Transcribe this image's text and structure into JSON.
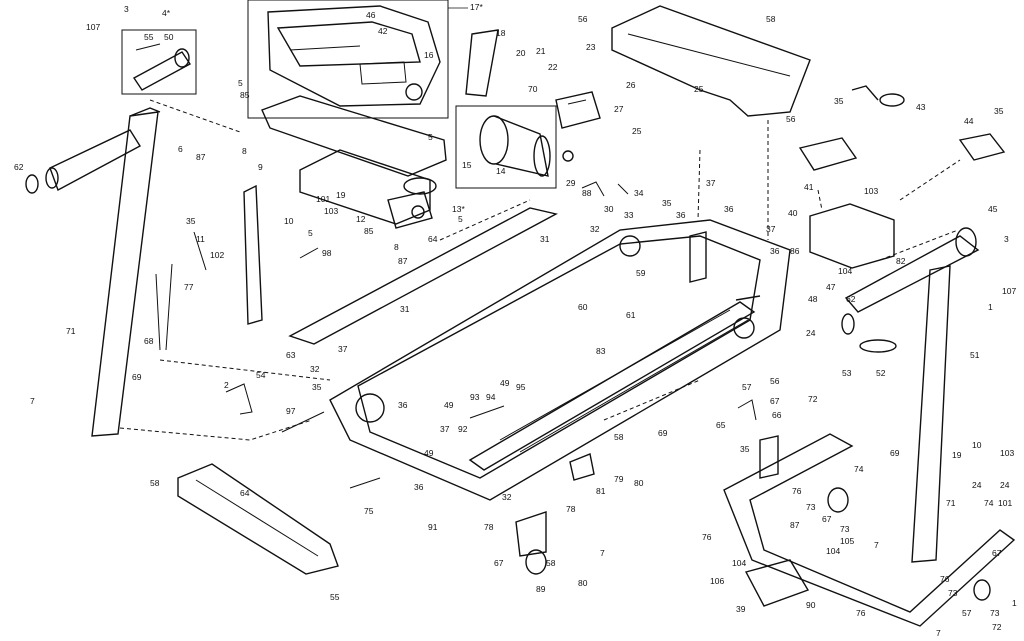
{
  "diagram": {
    "background_color": "#ffffff",
    "line_color": "#111111",
    "callouts": [
      {
        "id": "c3a",
        "text": "3"
      },
      {
        "id": "c107a",
        "text": "107"
      },
      {
        "id": "c4",
        "text": "4*"
      },
      {
        "id": "c55",
        "text": "55"
      },
      {
        "id": "c50",
        "text": "50"
      },
      {
        "id": "c46",
        "text": "46"
      },
      {
        "id": "c42",
        "text": "42"
      },
      {
        "id": "c17",
        "text": "17*"
      },
      {
        "id": "c16",
        "text": "16"
      },
      {
        "id": "c18",
        "text": "18"
      },
      {
        "id": "c20",
        "text": "20"
      },
      {
        "id": "c21",
        "text": "21"
      },
      {
        "id": "c22a",
        "text": "22"
      },
      {
        "id": "c23",
        "text": "23"
      },
      {
        "id": "c70",
        "text": "70"
      },
      {
        "id": "c26a",
        "text": "26"
      },
      {
        "id": "c27",
        "text": "27"
      },
      {
        "id": "c25a",
        "text": "25"
      },
      {
        "id": "c29",
        "text": "29"
      },
      {
        "id": "c15",
        "text": "15"
      },
      {
        "id": "c14",
        "text": "14"
      },
      {
        "id": "c13",
        "text": "13*"
      },
      {
        "id": "c56a",
        "text": "56"
      },
      {
        "id": "c58a",
        "text": "58"
      },
      {
        "id": "c25b",
        "text": "25"
      },
      {
        "id": "c56b",
        "text": "56"
      },
      {
        "id": "c43",
        "text": "43"
      },
      {
        "id": "c35a",
        "text": "35"
      },
      {
        "id": "c44",
        "text": "44"
      },
      {
        "id": "c35b",
        "text": "35"
      },
      {
        "id": "c41",
        "text": "41"
      },
      {
        "id": "c103a",
        "text": "103"
      },
      {
        "id": "c40",
        "text": "40"
      },
      {
        "id": "c45",
        "text": "45"
      },
      {
        "id": "c3b",
        "text": "3"
      },
      {
        "id": "c1a",
        "text": "1"
      },
      {
        "id": "c107b",
        "text": "107"
      },
      {
        "id": "c86",
        "text": "86"
      },
      {
        "id": "c104a",
        "text": "104"
      },
      {
        "id": "c82",
        "text": "82"
      },
      {
        "id": "c47",
        "text": "47"
      },
      {
        "id": "c48",
        "text": "48"
      },
      {
        "id": "c62a",
        "text": "62"
      },
      {
        "id": "c24a",
        "text": "24"
      },
      {
        "id": "c53",
        "text": "53"
      },
      {
        "id": "c52",
        "text": "52"
      },
      {
        "id": "c51",
        "text": "51"
      },
      {
        "id": "c62b",
        "text": "62"
      },
      {
        "id": "c6",
        "text": "6"
      },
      {
        "id": "c87a",
        "text": "87"
      },
      {
        "id": "c85a",
        "text": "85"
      },
      {
        "id": "c5a",
        "text": "5"
      },
      {
        "id": "c8a",
        "text": "8"
      },
      {
        "id": "c9",
        "text": "9"
      },
      {
        "id": "c10a",
        "text": "10"
      },
      {
        "id": "c101a",
        "text": "101"
      },
      {
        "id": "c19a",
        "text": "19"
      },
      {
        "id": "c103b",
        "text": "103"
      },
      {
        "id": "c12",
        "text": "12"
      },
      {
        "id": "c5b",
        "text": "5"
      },
      {
        "id": "c85b",
        "text": "85"
      },
      {
        "id": "c8b",
        "text": "8"
      },
      {
        "id": "c64",
        "text": "64"
      },
      {
        "id": "c87b",
        "text": "87"
      },
      {
        "id": "c5c",
        "text": "5"
      },
      {
        "id": "c5d",
        "text": "5"
      },
      {
        "id": "c88",
        "text": "88"
      },
      {
        "id": "c34",
        "text": "34"
      },
      {
        "id": "c35c",
        "text": "35"
      },
      {
        "id": "c30",
        "text": "30"
      },
      {
        "id": "c37a",
        "text": "37"
      },
      {
        "id": "c33",
        "text": "33"
      },
      {
        "id": "c36a",
        "text": "36"
      },
      {
        "id": "c36b",
        "text": "36"
      },
      {
        "id": "c31a",
        "text": "31"
      },
      {
        "id": "c32a",
        "text": "32"
      },
      {
        "id": "c59",
        "text": "59"
      },
      {
        "id": "c37b",
        "text": "37"
      },
      {
        "id": "c36c",
        "text": "36"
      },
      {
        "id": "c60",
        "text": "60"
      },
      {
        "id": "c61",
        "text": "61"
      },
      {
        "id": "c35d",
        "text": "35"
      },
      {
        "id": "c11",
        "text": "11"
      },
      {
        "id": "c102",
        "text": "102"
      },
      {
        "id": "c77",
        "text": "77"
      },
      {
        "id": "c98",
        "text": "98"
      },
      {
        "id": "c31b",
        "text": "31"
      },
      {
        "id": "c71a",
        "text": "71"
      },
      {
        "id": "c68",
        "text": "68"
      },
      {
        "id": "c69a",
        "text": "69"
      },
      {
        "id": "c7a",
        "text": "7"
      },
      {
        "id": "c63",
        "text": "63"
      },
      {
        "id": "c37c",
        "text": "37"
      },
      {
        "id": "c32b",
        "text": "32"
      },
      {
        "id": "c35e",
        "text": "35"
      },
      {
        "id": "c36d",
        "text": "36"
      },
      {
        "id": "c2",
        "text": "2"
      },
      {
        "id": "c54",
        "text": "54"
      },
      {
        "id": "c97",
        "text": "97"
      },
      {
        "id": "c83",
        "text": "83"
      },
      {
        "id": "c49a",
        "text": "49"
      },
      {
        "id": "c93",
        "text": "93"
      },
      {
        "id": "c94",
        "text": "94"
      },
      {
        "id": "c49b",
        "text": "49"
      },
      {
        "id": "c95",
        "text": "95"
      },
      {
        "id": "c37d",
        "text": "37"
      },
      {
        "id": "c92",
        "text": "92"
      },
      {
        "id": "c57",
        "text": "57"
      },
      {
        "id": "c56c",
        "text": "56"
      },
      {
        "id": "c65",
        "text": "65"
      },
      {
        "id": "c67a",
        "text": "67"
      },
      {
        "id": "c35f",
        "text": "35"
      },
      {
        "id": "c66",
        "text": "66"
      },
      {
        "id": "c69b",
        "text": "69"
      },
      {
        "id": "c58b",
        "text": "58"
      },
      {
        "id": "c79",
        "text": "79"
      },
      {
        "id": "c81",
        "text": "81"
      },
      {
        "id": "c80a",
        "text": "80"
      },
      {
        "id": "c49c",
        "text": "49"
      },
      {
        "id": "c36e",
        "text": "36"
      },
      {
        "id": "c32c",
        "text": "32"
      },
      {
        "id": "c75",
        "text": "75"
      },
      {
        "id": "c78a",
        "text": "78"
      },
      {
        "id": "c91",
        "text": "91"
      },
      {
        "id": "c58c",
        "text": "58"
      },
      {
        "id": "c64b",
        "text": "64"
      },
      {
        "id": "c55b",
        "text": "55"
      },
      {
        "id": "c78b",
        "text": "78"
      },
      {
        "id": "c67b",
        "text": "67"
      },
      {
        "id": "c58d",
        "text": "58"
      },
      {
        "id": "c89",
        "text": "89"
      },
      {
        "id": "c7b",
        "text": "7"
      },
      {
        "id": "c80b",
        "text": "80"
      },
      {
        "id": "c72a",
        "text": "72"
      },
      {
        "id": "c74a",
        "text": "74"
      },
      {
        "id": "c69c",
        "text": "69"
      },
      {
        "id": "c76a",
        "text": "76"
      },
      {
        "id": "c73a",
        "text": "73"
      },
      {
        "id": "c87c",
        "text": "87"
      },
      {
        "id": "c67c",
        "text": "67"
      },
      {
        "id": "c73b",
        "text": "73"
      },
      {
        "id": "c76b",
        "text": "76"
      },
      {
        "id": "c104b",
        "text": "104"
      },
      {
        "id": "c105",
        "text": "105"
      },
      {
        "id": "c7c",
        "text": "7"
      },
      {
        "id": "c104c",
        "text": "104"
      },
      {
        "id": "c106",
        "text": "106"
      },
      {
        "id": "c39",
        "text": "39"
      },
      {
        "id": "c90",
        "text": "90"
      },
      {
        "id": "c76c",
        "text": "76"
      },
      {
        "id": "c19b",
        "text": "19"
      },
      {
        "id": "c10b",
        "text": "10"
      },
      {
        "id": "c103c",
        "text": "103"
      },
      {
        "id": "c24b",
        "text": "24"
      },
      {
        "id": "c101b",
        "text": "101"
      },
      {
        "id": "c71b",
        "text": "71"
      },
      {
        "id": "c74b",
        "text": "74"
      },
      {
        "id": "c76d",
        "text": "76"
      },
      {
        "id": "c73c",
        "text": "73"
      },
      {
        "id": "c57b",
        "text": "57"
      },
      {
        "id": "c72b",
        "text": "72"
      },
      {
        "id": "c7d",
        "text": "7"
      },
      {
        "id": "c67d",
        "text": "67"
      },
      {
        "id": "c73d",
        "text": "73"
      },
      {
        "id": "c1b",
        "text": "1"
      },
      {
        "id": "c24c",
        "text": "24"
      }
    ]
  }
}
